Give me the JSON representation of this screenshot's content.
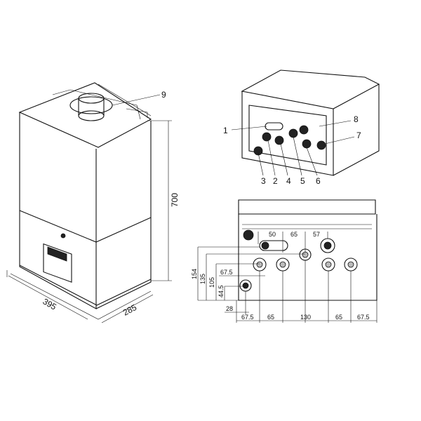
{
  "callouts": {
    "c1": "1",
    "c2": "2",
    "c3": "3",
    "c4": "4",
    "c5": "5",
    "c6": "6",
    "c7": "7",
    "c8": "8",
    "c9": "9"
  },
  "dimensions_main": {
    "height": "700",
    "width": "395",
    "depth": "285"
  },
  "dimensions_bottom": {
    "top": [
      "50",
      "65",
      "57"
    ],
    "vertical": [
      "154",
      "135",
      "105",
      "67.5",
      "44.5",
      "28"
    ],
    "horizontal": [
      "67.5",
      "65",
      "130",
      "65",
      "67.5"
    ]
  }
}
